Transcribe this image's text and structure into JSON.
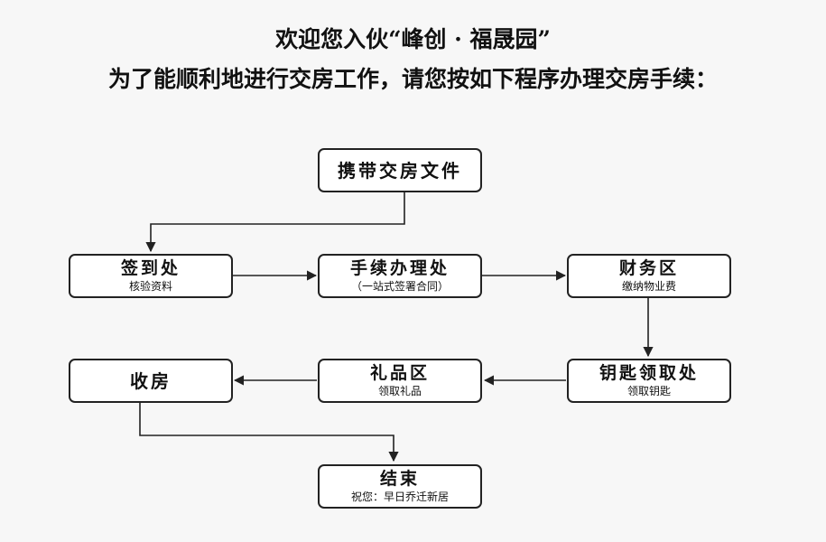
{
  "header": {
    "line1": "欢迎您入伙“峰创 · 福晟园”",
    "line2": "为了能顺利地进行交房工作，请您按如下程序办理交房手续："
  },
  "steps": {
    "documents": {
      "label": "携带交房文件"
    },
    "checkin": {
      "label": "签到处",
      "sub": "核验资料"
    },
    "handling": {
      "label": "手续办理处",
      "sub": "（一站式签署合同）"
    },
    "finance": {
      "label": "财务区",
      "sub": "缴纳物业费"
    },
    "keys": {
      "label": "钥匙领取处",
      "sub": "领取钥匙"
    },
    "gifts": {
      "label": "礼品区",
      "sub": "领取礼品"
    },
    "inspect": {
      "label": "收房"
    },
    "finish": {
      "label": "结束",
      "sub": "祝您：早日乔迁新居"
    }
  }
}
